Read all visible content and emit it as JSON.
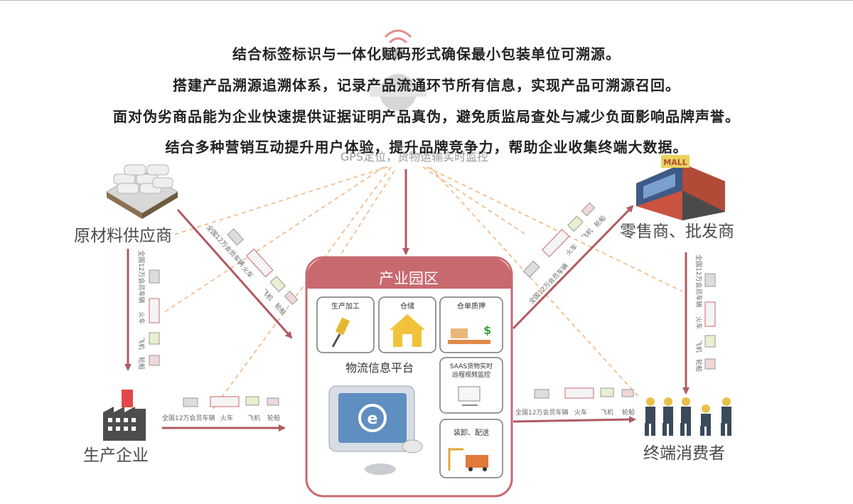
{
  "headlines": [
    "结合标签标识与一体化赋码形式确保最小包装单位可溯源。",
    "搭建产品溯源追溯体系，记录产品流通环节所有信息，实现产品可溯源召回。",
    "面对伪劣商品能为企业快速提供证据证明产品真伪，避免质监局查处与减少负面影响品牌声誉。",
    "结合多种营销互动提升用户体验，提升品牌竞争力，帮助企业收集终端大数据。"
  ],
  "gps_label": "GPS定位，货物运输实时监控",
  "nodes": {
    "supplier": "原材料供应商",
    "manufacturer": "生产企业",
    "retailer": "零售商、批发商",
    "consumer": "终端消费者",
    "mall_sign": "MALL"
  },
  "park": {
    "title": "产业园区",
    "production": "生产加工",
    "storage": "仓储",
    "pledge": "仓单质押",
    "platform": "物流信息平台",
    "saas_line1": "SAAS货物实时",
    "saas_line2": "远程视频监控",
    "loading": "装卸、配送"
  },
  "transport": {
    "members": "全国12万会员车辆",
    "train": "火车",
    "plane": "飞机",
    "ship": "轮船"
  },
  "colors": {
    "accent": "#c8696f",
    "arrow": "#b05a62",
    "dashed": "#f2b27a",
    "text": "#222222",
    "label": "#4a4a4a"
  }
}
